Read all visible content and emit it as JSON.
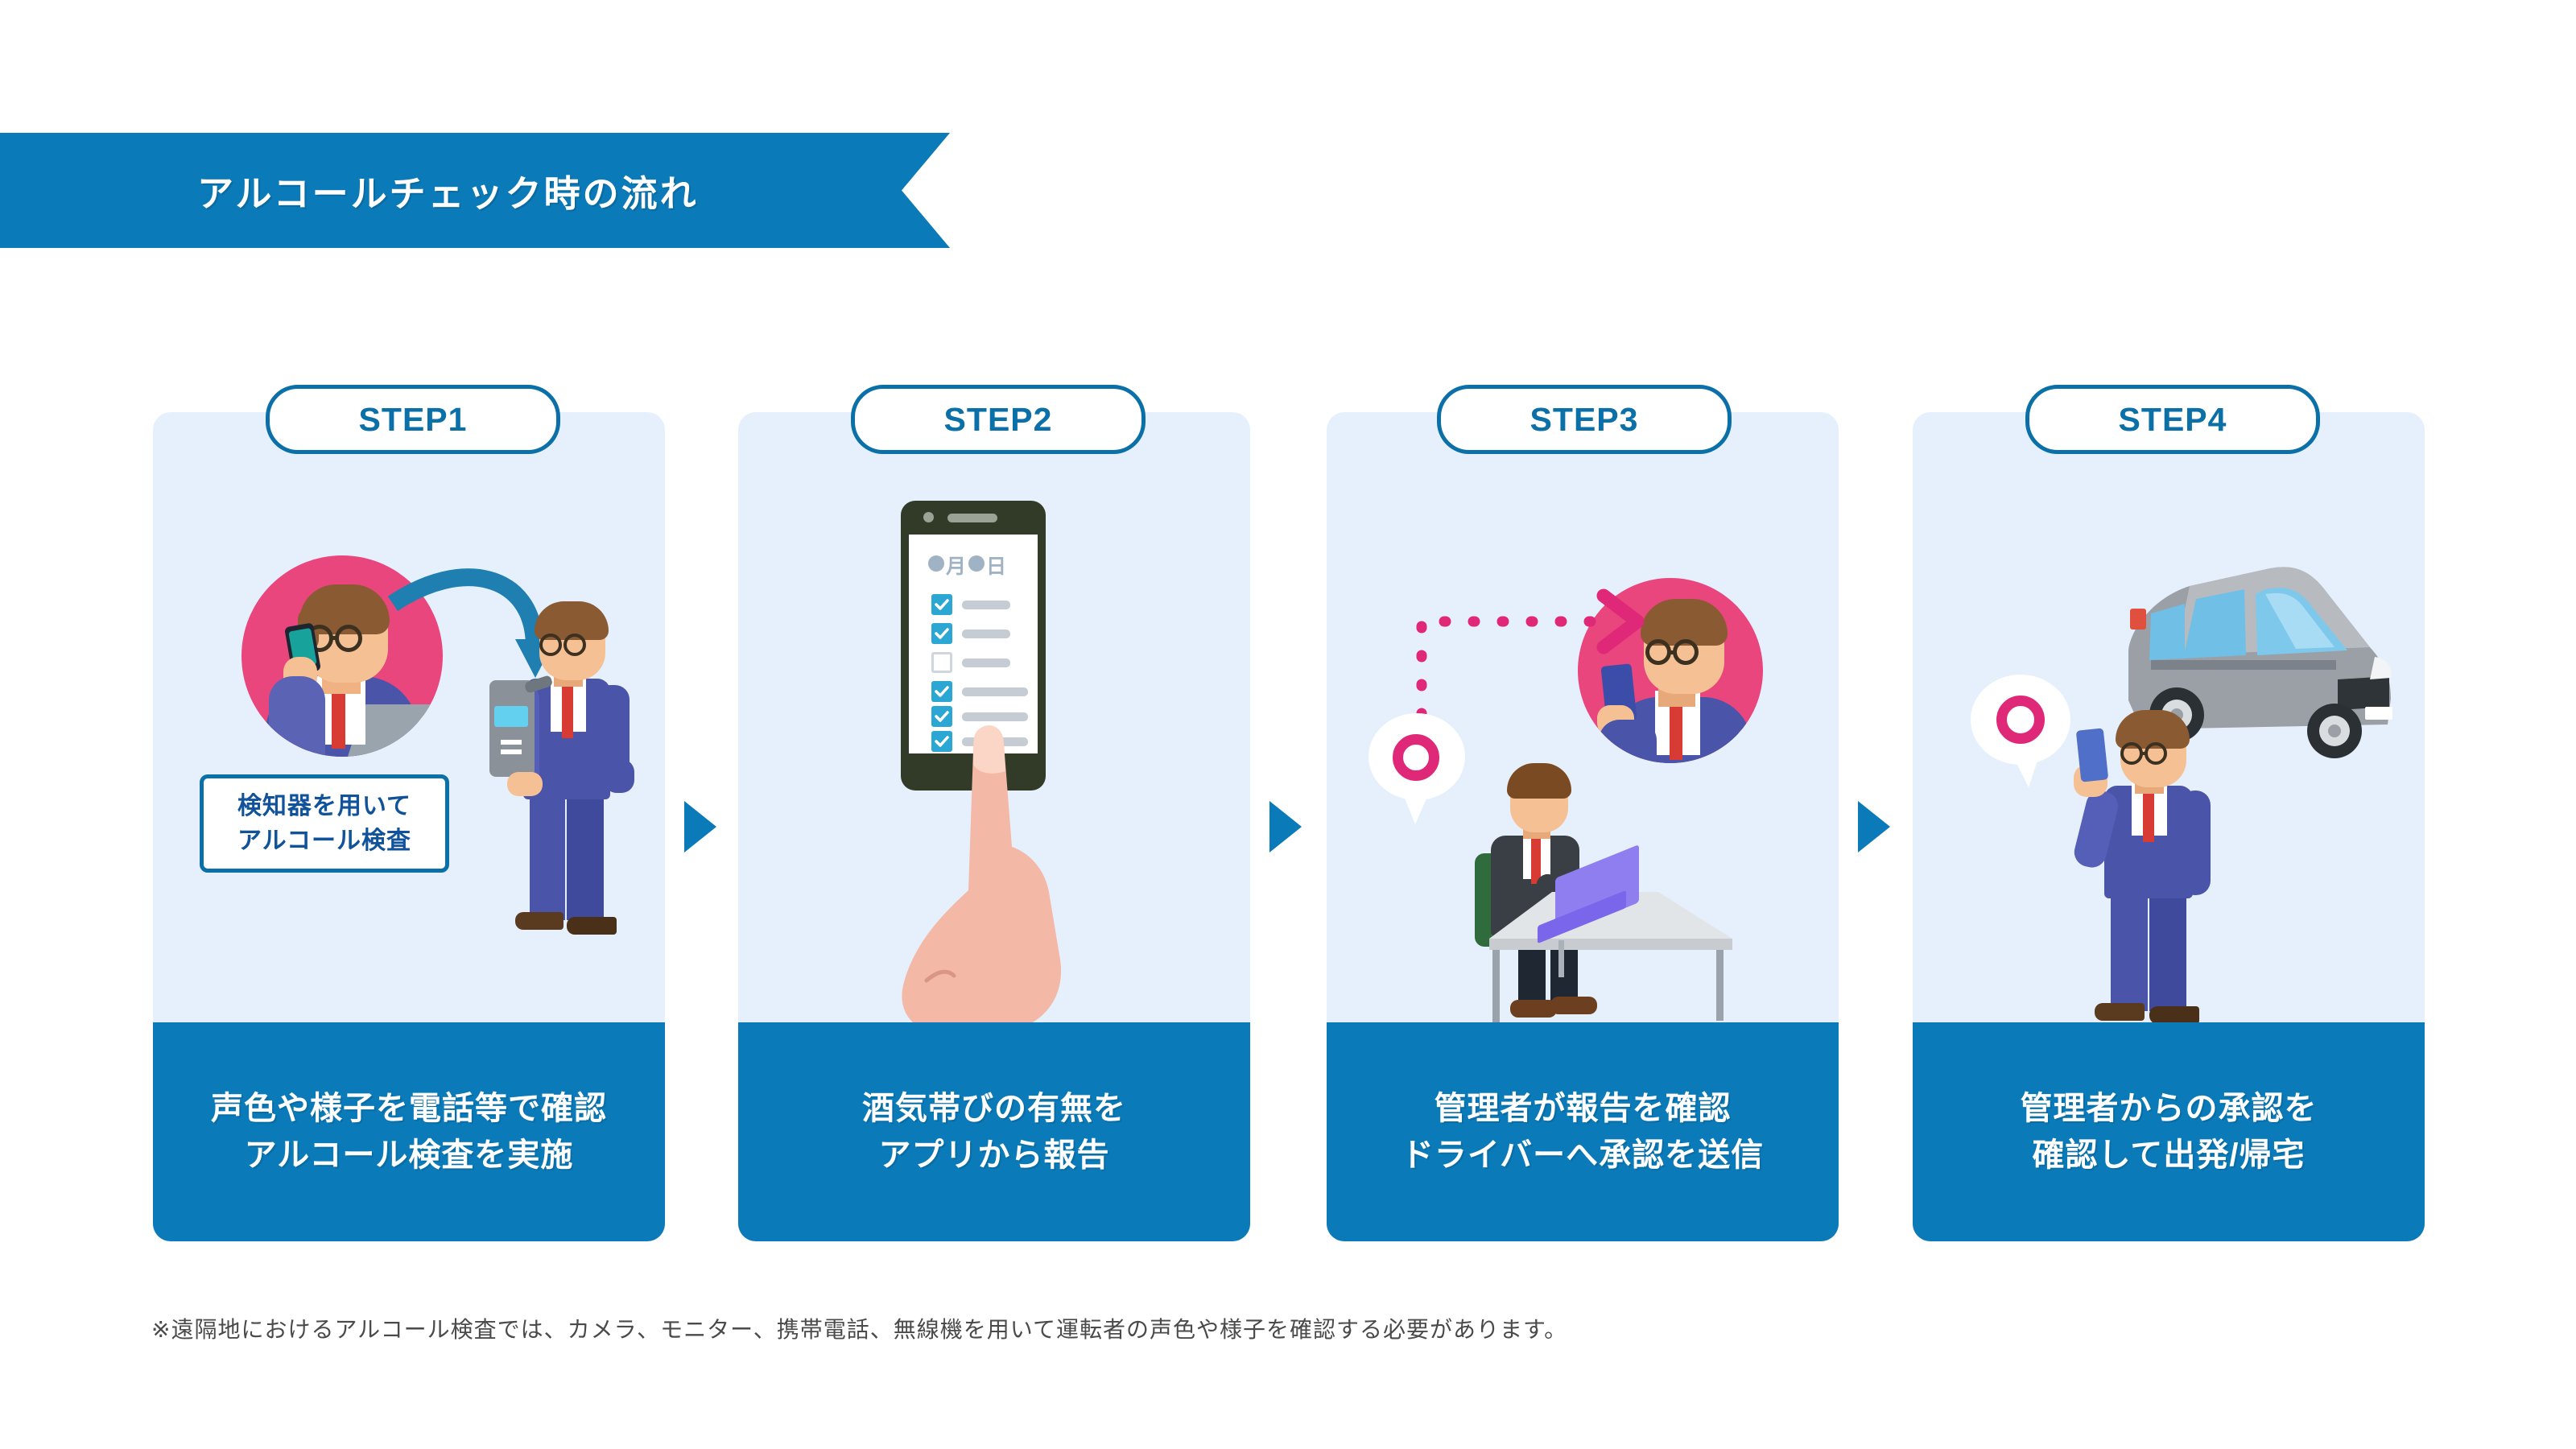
{
  "header": {
    "title": "アルコールチェック時の流れ",
    "banner_color": "#0b7ab8"
  },
  "steps": [
    {
      "badge": "STEP1",
      "caption": "声色や様子を電話等で確認\nアルコール検査を実施",
      "callout": "検知器を用いて\nアルコール検査",
      "illustration": "phone-call-and-breathalyzer"
    },
    {
      "badge": "STEP2",
      "caption": "酒気帯びの有無を\nアプリから報告",
      "illustration": "smartphone-checklist-tap",
      "phone_screen": {
        "date_month": "月",
        "date_day": "日",
        "checklist": [
          true,
          true,
          false,
          true,
          true,
          true
        ]
      }
    },
    {
      "badge": "STEP3",
      "caption": "管理者が報告を確認\nドライバーへ承認を送信",
      "illustration": "manager-desk-approval-to-driver",
      "approval_mark": "○"
    },
    {
      "badge": "STEP4",
      "caption": "管理者からの承認を\n確認して出発/帰宅",
      "illustration": "driver-phone-car",
      "approval_mark": "○"
    }
  ],
  "footnote": "※遠隔地におけるアルコール検査では、カメラ、モニター、携帯電話、無線機を用いて運転者の声色や様子を確認する必要があります。",
  "colors": {
    "brand_blue": "#0b7ab8",
    "badge_blue": "#0b6fa8",
    "panel_bg": "#e6f0fc",
    "pink": "#e8467c",
    "pink_accent": "#e02878",
    "suit_blue": "#4a54a8",
    "tie_red": "#d83a34"
  }
}
